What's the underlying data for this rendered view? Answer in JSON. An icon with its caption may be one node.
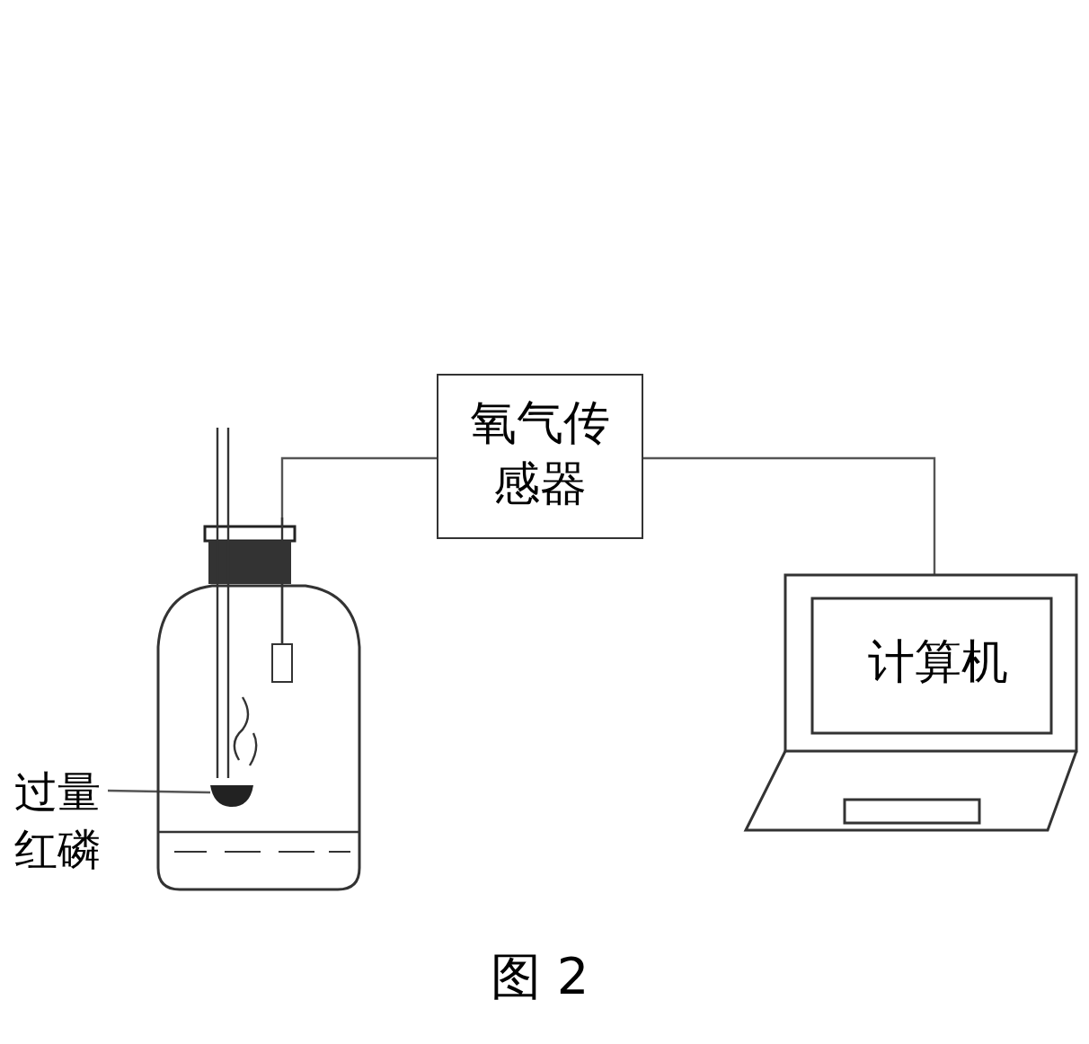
{
  "diagram": {
    "caption": "图 2",
    "nodes": [
      {
        "text": [],
        "shape": "bottle"
      },
      {
        "text": [],
        "shape": "box",
        "in": 0
      },
      {
        "text": [
          "氧气传感器"
        ]
      },
      {
        "text": [
          "计算机"
        ]
      },
      {
        "text": [
          "过量红磷"
        ]
      },
      {
        "text": [],
        "shape": "bowl",
        "in": 0
      }
    ],
    "edges": [
      {
        "from": 1,
        "to": 2,
        "arrow": "none"
      },
      {
        "from": 2,
        "to": 3,
        "arrow": "none"
      },
      {
        "from": 4,
        "to": 5,
        "arrow": "none"
      }
    ]
  }
}
